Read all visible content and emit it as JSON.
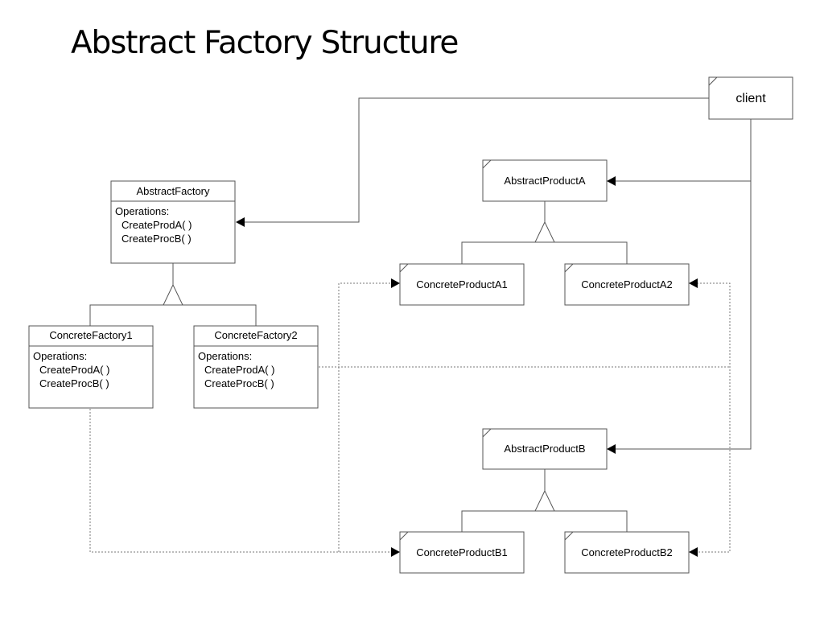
{
  "title": "Abstract Factory Structure",
  "client": {
    "label": "client"
  },
  "abstract_factory": {
    "name": "AbstractFactory",
    "ops_header": "Operations:",
    "ops": [
      "CreateProdA( )",
      "CreateProcB( )"
    ]
  },
  "concrete_factory1": {
    "name": "ConcreteFactory1",
    "ops_header": "Operations:",
    "ops": [
      "CreateProdA( )",
      "CreateProcB( )"
    ]
  },
  "concrete_factory2": {
    "name": "ConcreteFactory2",
    "ops_header": "Operations:",
    "ops": [
      "CreateProdA( )",
      "CreateProcB( )"
    ]
  },
  "abstract_product_a": {
    "name": "AbstractProductA"
  },
  "concrete_product_a1": {
    "name": "ConcreteProductA1"
  },
  "concrete_product_a2": {
    "name": "ConcreteProductA2"
  },
  "abstract_product_b": {
    "name": "AbstractProductB"
  },
  "concrete_product_b1": {
    "name": "ConcreteProductB1"
  },
  "concrete_product_b2": {
    "name": "ConcreteProductB2"
  }
}
